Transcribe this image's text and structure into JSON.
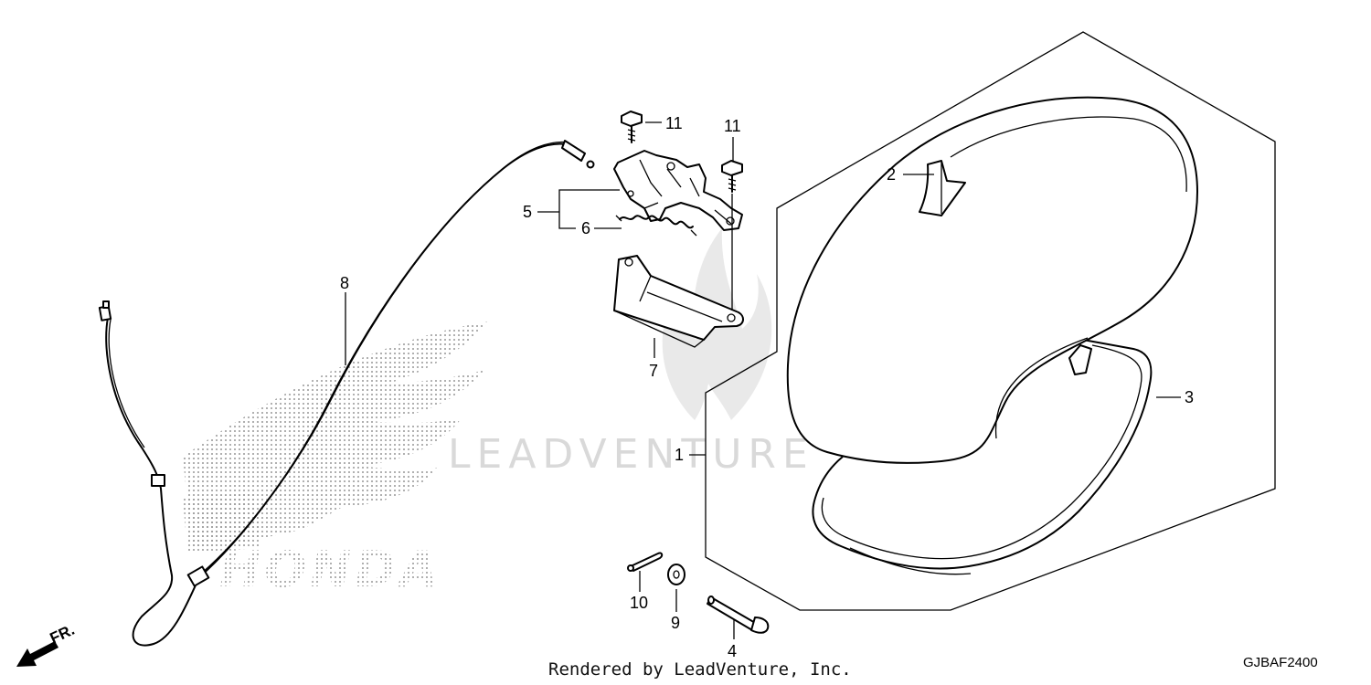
{
  "watermark": {
    "brand_text": "LEADVENTURE",
    "logo_text": "HONDA"
  },
  "callouts": [
    {
      "id": "1",
      "label": "1"
    },
    {
      "id": "2",
      "label": "2"
    },
    {
      "id": "3",
      "label": "3"
    },
    {
      "id": "4",
      "label": "4"
    },
    {
      "id": "5",
      "label": "5"
    },
    {
      "id": "6",
      "label": "6"
    },
    {
      "id": "7",
      "label": "7"
    },
    {
      "id": "8",
      "label": "8"
    },
    {
      "id": "9",
      "label": "9"
    },
    {
      "id": "10",
      "label": "10"
    },
    {
      "id": "11a",
      "label": "11"
    },
    {
      "id": "11b",
      "label": "11"
    }
  ],
  "direction_label": "FR.",
  "footer": "Rendered by LeadVenture, Inc.",
  "diagram_code": "GJBAF2400"
}
